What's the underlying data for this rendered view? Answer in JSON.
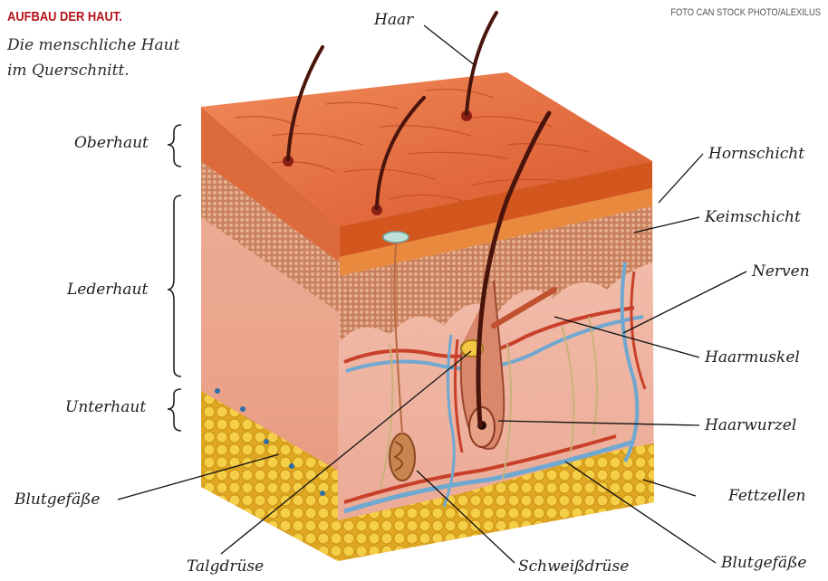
{
  "header": {
    "title": "AUFBAU DER HAUT.",
    "subtitle_line1": "Die menschliche Haut",
    "subtitle_line2": "im Querschnitt.",
    "credit": "FOTO CAN STOCK PHOTO/ALEXILUS"
  },
  "labels": {
    "left": {
      "oberhaut": "Oberhaut",
      "lederhaut": "Lederhaut",
      "unterhaut": "Unterhaut",
      "blutgefaesse": "Blutgefäße"
    },
    "right": {
      "hornschicht": "Hornschicht",
      "keimschicht": "Keimschicht",
      "nerven": "Nerven",
      "haarmuskel": "Haarmuskel",
      "haarwurzel": "Haarwurzel",
      "fettzellen": "Fettzellen",
      "blutgefaesse": "Blutgefäße"
    },
    "top": {
      "haar": "Haar"
    },
    "bottom": {
      "talgdruese": "Talgdrüse",
      "schweissdruese": "Schweißdrüse"
    }
  },
  "colors": {
    "epidermis": "#e46c3c",
    "dermis": "#e8a48e",
    "fat": "#f2c036",
    "artery": "#c8402a",
    "vein": "#6fa8d0",
    "hair": "#5a1a10"
  }
}
